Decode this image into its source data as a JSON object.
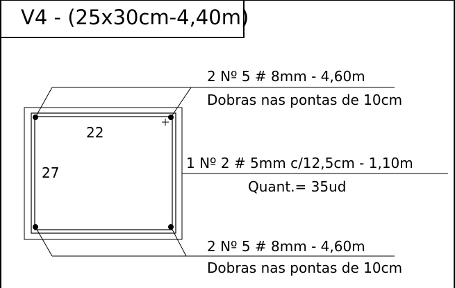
{
  "title": "V4 - (25x30cm-4,40m)",
  "section": {
    "width_label": "22",
    "height_label": "27"
  },
  "rebar": {
    "top": {
      "line1": "2 Nº 5 # 8mm - 4,60m",
      "line2": "Dobras nas pontas de 10cm"
    },
    "stirrup": {
      "line1": "1 Nº 2 # 5mm c/12,5cm - 1,10m",
      "line2": "Quant.= 35ud"
    },
    "bottom": {
      "line1": "2 Nº 5 # 8mm - 4,60m",
      "line2": "Dobras nas pontas de 10cm"
    }
  }
}
